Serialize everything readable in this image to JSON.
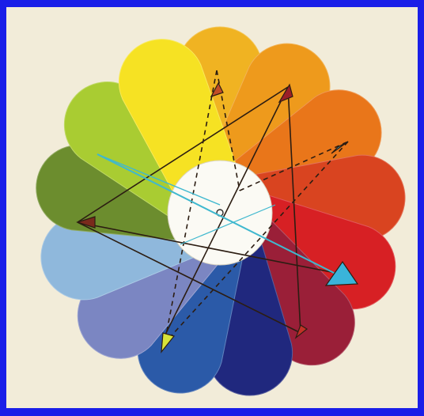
{
  "colors": {
    "frame": "#1a1ee8",
    "background": "#f2ecd9",
    "center": "#fbfaf4",
    "outline": "#2c1d12",
    "dashed": "#2c1d12",
    "cyan_line": "#3fb8cf"
  },
  "petals": [
    {
      "name": "yellow-orange",
      "color": "#f0b322"
    },
    {
      "name": "light-orange",
      "color": "#ee9a1c"
    },
    {
      "name": "orange",
      "color": "#e9761a"
    },
    {
      "name": "red-orange",
      "color": "#d94420"
    },
    {
      "name": "red",
      "color": "#d72024"
    },
    {
      "name": "crimson",
      "color": "#9a1f38"
    },
    {
      "name": "violet-blue",
      "color": "#20287e"
    },
    {
      "name": "blue",
      "color": "#2b5aa8"
    },
    {
      "name": "lavender-blue",
      "color": "#7b86c2"
    },
    {
      "name": "pale-blue",
      "color": "#8fb8dc"
    },
    {
      "name": "olive-green",
      "color": "#6c8d2e"
    },
    {
      "name": "yellow-green",
      "color": "#a9cc32"
    },
    {
      "name": "yellow",
      "color": "#f6e223"
    }
  ],
  "markers": [
    {
      "name": "orange-marker",
      "color": "#c24d26"
    },
    {
      "name": "red-marker-top",
      "color": "#9b1f28"
    },
    {
      "name": "cyan-marker-right",
      "color": "#48b9cc"
    },
    {
      "name": "olive-marker-left",
      "color": "#7a2a1c"
    },
    {
      "name": "cyan-arrow-marker",
      "color": "#3ab4da"
    },
    {
      "name": "red-marker-bottom",
      "color": "#c23126"
    },
    {
      "name": "yellow-green-marker",
      "color": "#d6e33a"
    }
  ]
}
